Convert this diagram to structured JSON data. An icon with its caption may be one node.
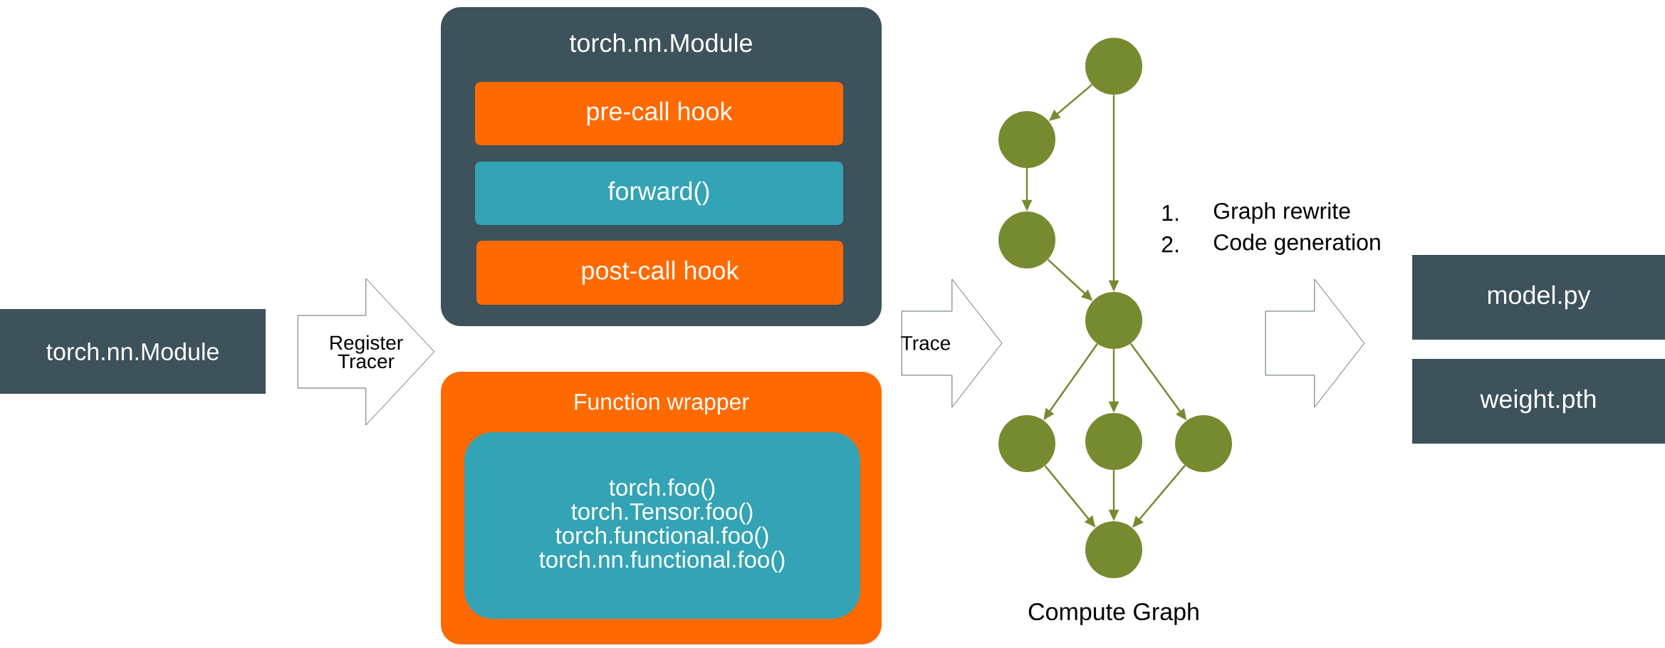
{
  "diagram": {
    "nodes": [
      {
        "text": [
          "torch.nn.Module"
        ]
      },
      {
        "text": [
          "torch.nn.Module"
        ]
      },
      {
        "text": [
          "pre-call hook"
        ],
        "in": 1
      },
      {
        "text": [
          "forward()"
        ],
        "in": 1
      },
      {
        "text": [
          "post-call hook"
        ],
        "in": 1
      },
      {
        "text": [
          "Function wrapper"
        ]
      },
      {
        "text": [
          "torch.foo()",
          "torch.Tensor.foo()",
          "torch.functional.foo()",
          "torch.nn.functional.foo()"
        ],
        "in": 5
      },
      {
        "text": [],
        "shape": "circle"
      },
      {
        "text": [],
        "shape": "circle"
      },
      {
        "text": [],
        "shape": "circle"
      },
      {
        "text": [],
        "shape": "circle"
      },
      {
        "text": [],
        "shape": "circle"
      },
      {
        "text": [],
        "shape": "circle"
      },
      {
        "text": [],
        "shape": "circle"
      },
      {
        "text": [],
        "shape": "circle"
      },
      {
        "text": [
          "model.py"
        ]
      },
      {
        "text": [
          "weight.pth"
        ]
      }
    ],
    "edges": [
      {
        "from": 0,
        "to": 1,
        "arrow": "to",
        "label": "Register Tracer"
      },
      {
        "from": 0,
        "to": 5,
        "arrow": "to"
      },
      {
        "from": 1,
        "to": 10,
        "arrow": "to",
        "label": "Trace"
      },
      {
        "from": 5,
        "to": 10,
        "arrow": "to"
      },
      {
        "from": null,
        "to": 15,
        "arrow": "to"
      },
      {
        "from": null,
        "to": 16,
        "arrow": "to"
      },
      {
        "from": 7,
        "to": 8,
        "arrow": "to"
      },
      {
        "from": 7,
        "to": 10,
        "arrow": "to"
      },
      {
        "from": 8,
        "to": 9,
        "arrow": "to"
      },
      {
        "from": 9,
        "to": 10,
        "arrow": "to"
      },
      {
        "from": 10,
        "to": 11,
        "arrow": "to"
      },
      {
        "from": 10,
        "to": 12,
        "arrow": "to"
      },
      {
        "from": 10,
        "to": 13,
        "arrow": "to"
      },
      {
        "from": 11,
        "to": 14,
        "arrow": "to"
      },
      {
        "from": 12,
        "to": 14,
        "arrow": "to"
      },
      {
        "from": 13,
        "to": 14,
        "arrow": "to"
      }
    ],
    "labels": [
      "1.",
      "Graph rewrite",
      "2.",
      "Code generation",
      "Compute Graph"
    ]
  }
}
